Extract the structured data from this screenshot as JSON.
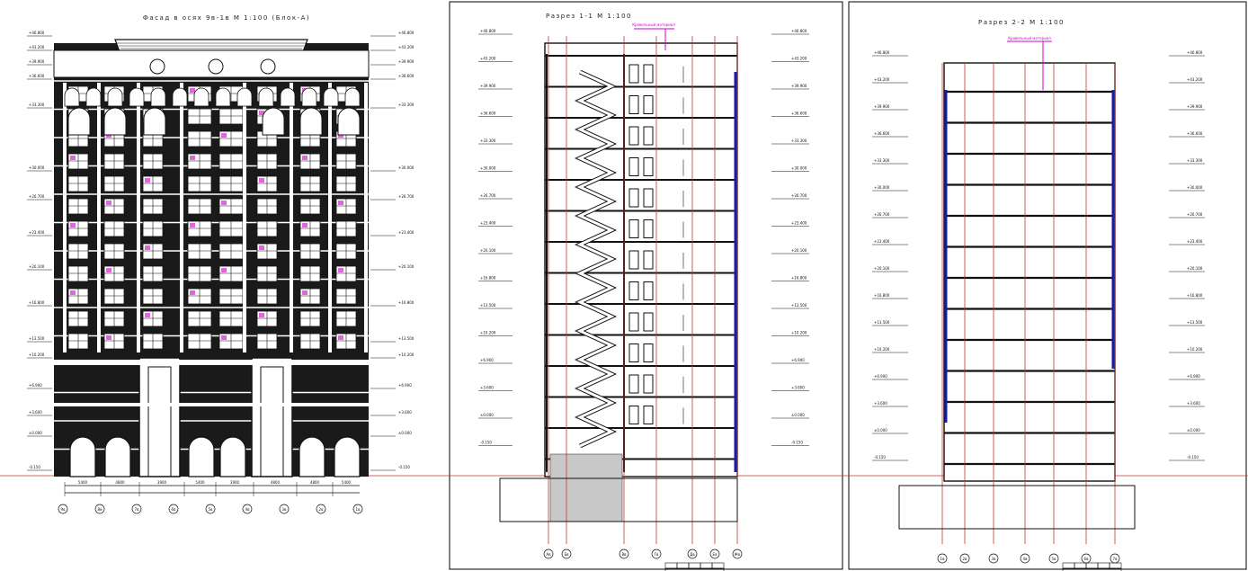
{
  "sheets": [
    {
      "id": "facade",
      "title": "Фасад в осях 9в-1в  М 1:100 (Блок-А)",
      "dimensions": [
        "5400",
        "4800",
        "3900",
        "5400",
        "3900",
        "4800",
        "4800",
        "5400"
      ],
      "axes": [
        "9в",
        "8в",
        "7в",
        "6в",
        "5в",
        "4в",
        "3в",
        "2в",
        "1в"
      ]
    },
    {
      "id": "section-1-1",
      "title": "Разрез 1-1  М 1:100",
      "annotation": "Кровельный материал",
      "axes": [
        "Ав",
        "Бв",
        "Вв",
        "Гв",
        "Дв",
        "Ев",
        "Жв"
      ]
    },
    {
      "id": "section-2-2",
      "title": "Разрез 2-2  М 1:100",
      "annotation": "Кровельный материал",
      "axes": [
        "1в",
        "2в",
        "3в",
        "4в",
        "5в",
        "6в",
        "7в"
      ]
    }
  ],
  "elevation_marks": [
    "+46.800",
    "+43.200",
    "+39.900",
    "+36.600",
    "+33.300",
    "+30.000",
    "+26.700",
    "+23.400",
    "+20.100",
    "+16.800",
    "+13.500",
    "+10.200",
    "+6.900",
    "+3.600",
    "±0.000",
    "-0.150"
  ],
  "colors": {
    "line": "#111111",
    "axis": "#c0392b",
    "accent": "#cc00cc",
    "glass": "#1a1aa8",
    "paper": "#ffffff"
  }
}
